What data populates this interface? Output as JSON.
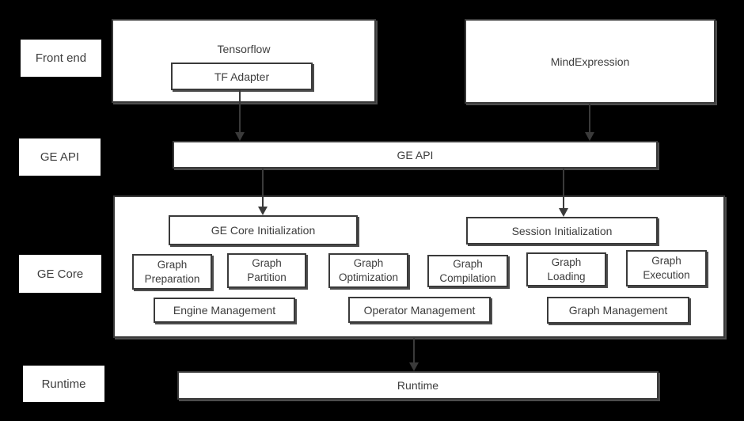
{
  "colors": {
    "background": "#000000",
    "box_fill": "#ffffff",
    "box_border": "#3a3a3a",
    "text": "#3d3d3d",
    "arrow": "#3a3a3a"
  },
  "row_labels": {
    "front_end": "Front end",
    "ge_api": "GE API",
    "ge_core": "GE Core",
    "runtime": "Runtime"
  },
  "front_end": {
    "tensorflow": "Tensorflow",
    "tf_adapter": "TF Adapter",
    "mind_expression": "MindExpression"
  },
  "ge_api": {
    "label": "GE API"
  },
  "ge_core": {
    "init": "GE Core Initialization",
    "session_init": "Session Initialization",
    "modules": [
      "Graph Preparation",
      "Graph Partition",
      "Graph Optimization",
      "Graph Compilation",
      "Graph Loading",
      "Graph Execution"
    ],
    "management": [
      "Engine Management",
      "Operator Management",
      "Graph Management"
    ]
  },
  "runtime": {
    "label": "Runtime"
  },
  "icons": {
    "arrow_down": "arrow-down-icon"
  }
}
